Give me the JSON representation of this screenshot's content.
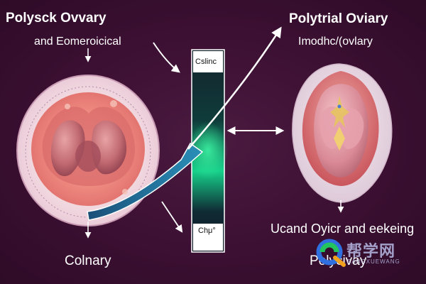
{
  "labels": {
    "title_left": "Polysck Ovvary",
    "subtitle_left": "and Eomeroicical",
    "title_right": "Polytrial Oviary",
    "subtitle_right": "Imodhc/(ovlary",
    "bar_top": "Cslinc",
    "bar_bottom": "Chμ°",
    "caption_bottom_right": "Ucand Oyicr and eekeing",
    "caption_bottom_left": "Colnary",
    "caption_bottom_center_right": "Polycivay"
  },
  "watermark": {
    "chinese": "帮学网",
    "english": "BANGXUEWANG"
  },
  "colors": {
    "background": "#3a0f31",
    "bar_glow": "#19e08a",
    "ribbon": "#1d6f9a",
    "arrow": "#ffffff",
    "tissue_pink": "#e37a78",
    "organ_pink": "#d9828c"
  }
}
